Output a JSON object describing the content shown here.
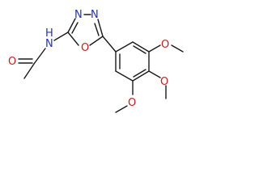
{
  "molecule": {
    "atoms": {
      "amide_oxygen": "O",
      "amide_nitrogen": "N",
      "amide_hydrogen": "H",
      "ring_nitrogen_1": "N",
      "ring_nitrogen_2": "N",
      "ring_oxygen": "O",
      "methoxy_oxygen_1": "O",
      "methoxy_oxygen_2": "O",
      "methoxy_oxygen_3": "O"
    },
    "colors": {
      "bond": "#1a1a1a",
      "nitrogen": "#2030c8",
      "oxygen": "#d01818"
    }
  }
}
